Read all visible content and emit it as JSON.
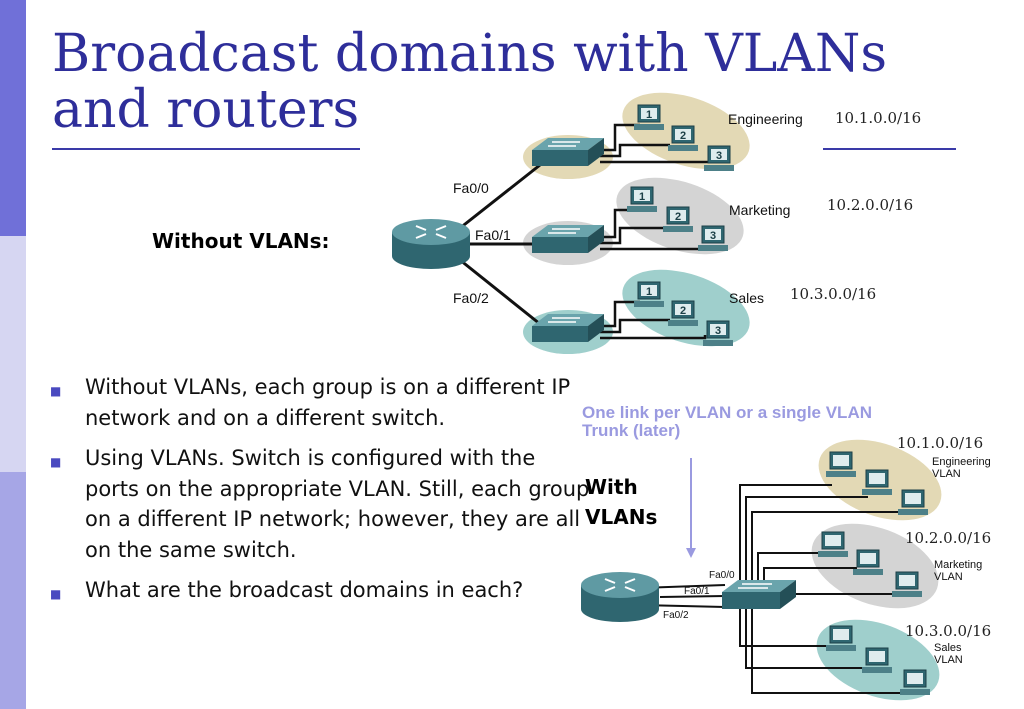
{
  "slide": {
    "title": "Broadcast domains with VLANs and routers",
    "accent_color": "#2e2e9a"
  },
  "top_diagram": {
    "heading": "Without VLANs:",
    "ports": [
      "Fa0/0",
      "Fa0/1",
      "Fa0/2"
    ],
    "groups": [
      {
        "name": "Engineering",
        "subnet": "10.1.0.0/16",
        "color": "#e3d9b5",
        "pcs": [
          "1",
          "2",
          "3"
        ]
      },
      {
        "name": "Marketing",
        "subnet": "10.2.0.0/16",
        "color": "#d4d4d4",
        "pcs": [
          "1",
          "2",
          "3"
        ]
      },
      {
        "name": "Sales",
        "subnet": "10.3.0.0/16",
        "color": "#9fcfcc",
        "pcs": [
          "1",
          "2",
          "3"
        ]
      }
    ]
  },
  "bullets": [
    "Without VLANs, each group  is on a different IP network and on a different switch.",
    "Using VLANs. Switch is configured with the ports on the appropriate VLAN. Still, each group on a different IP network; however, they are all on the same switch.",
    "What are the broadcast domains in each?"
  ],
  "bottom_diagram": {
    "heading": [
      "With",
      "VLANs"
    ],
    "callout": [
      "One link per VLAN or a single VLAN",
      "Trunk (later)"
    ],
    "callout_color": "#9a9ae0",
    "ports": [
      "Fa0/0",
      "Fa0/1",
      "Fa0/2"
    ],
    "groups": [
      {
        "name": [
          "Engineering",
          "VLAN"
        ],
        "subnet": "10.1.0.0/16",
        "color": "#e3d9b5"
      },
      {
        "name": [
          "Marketing",
          "VLAN"
        ],
        "subnet": "10.2.0.0/16",
        "color": "#d4d4d4"
      },
      {
        "name": [
          "Sales",
          "VLAN"
        ],
        "subnet": "10.3.0.0/16",
        "color": "#9fcfcc"
      }
    ]
  }
}
